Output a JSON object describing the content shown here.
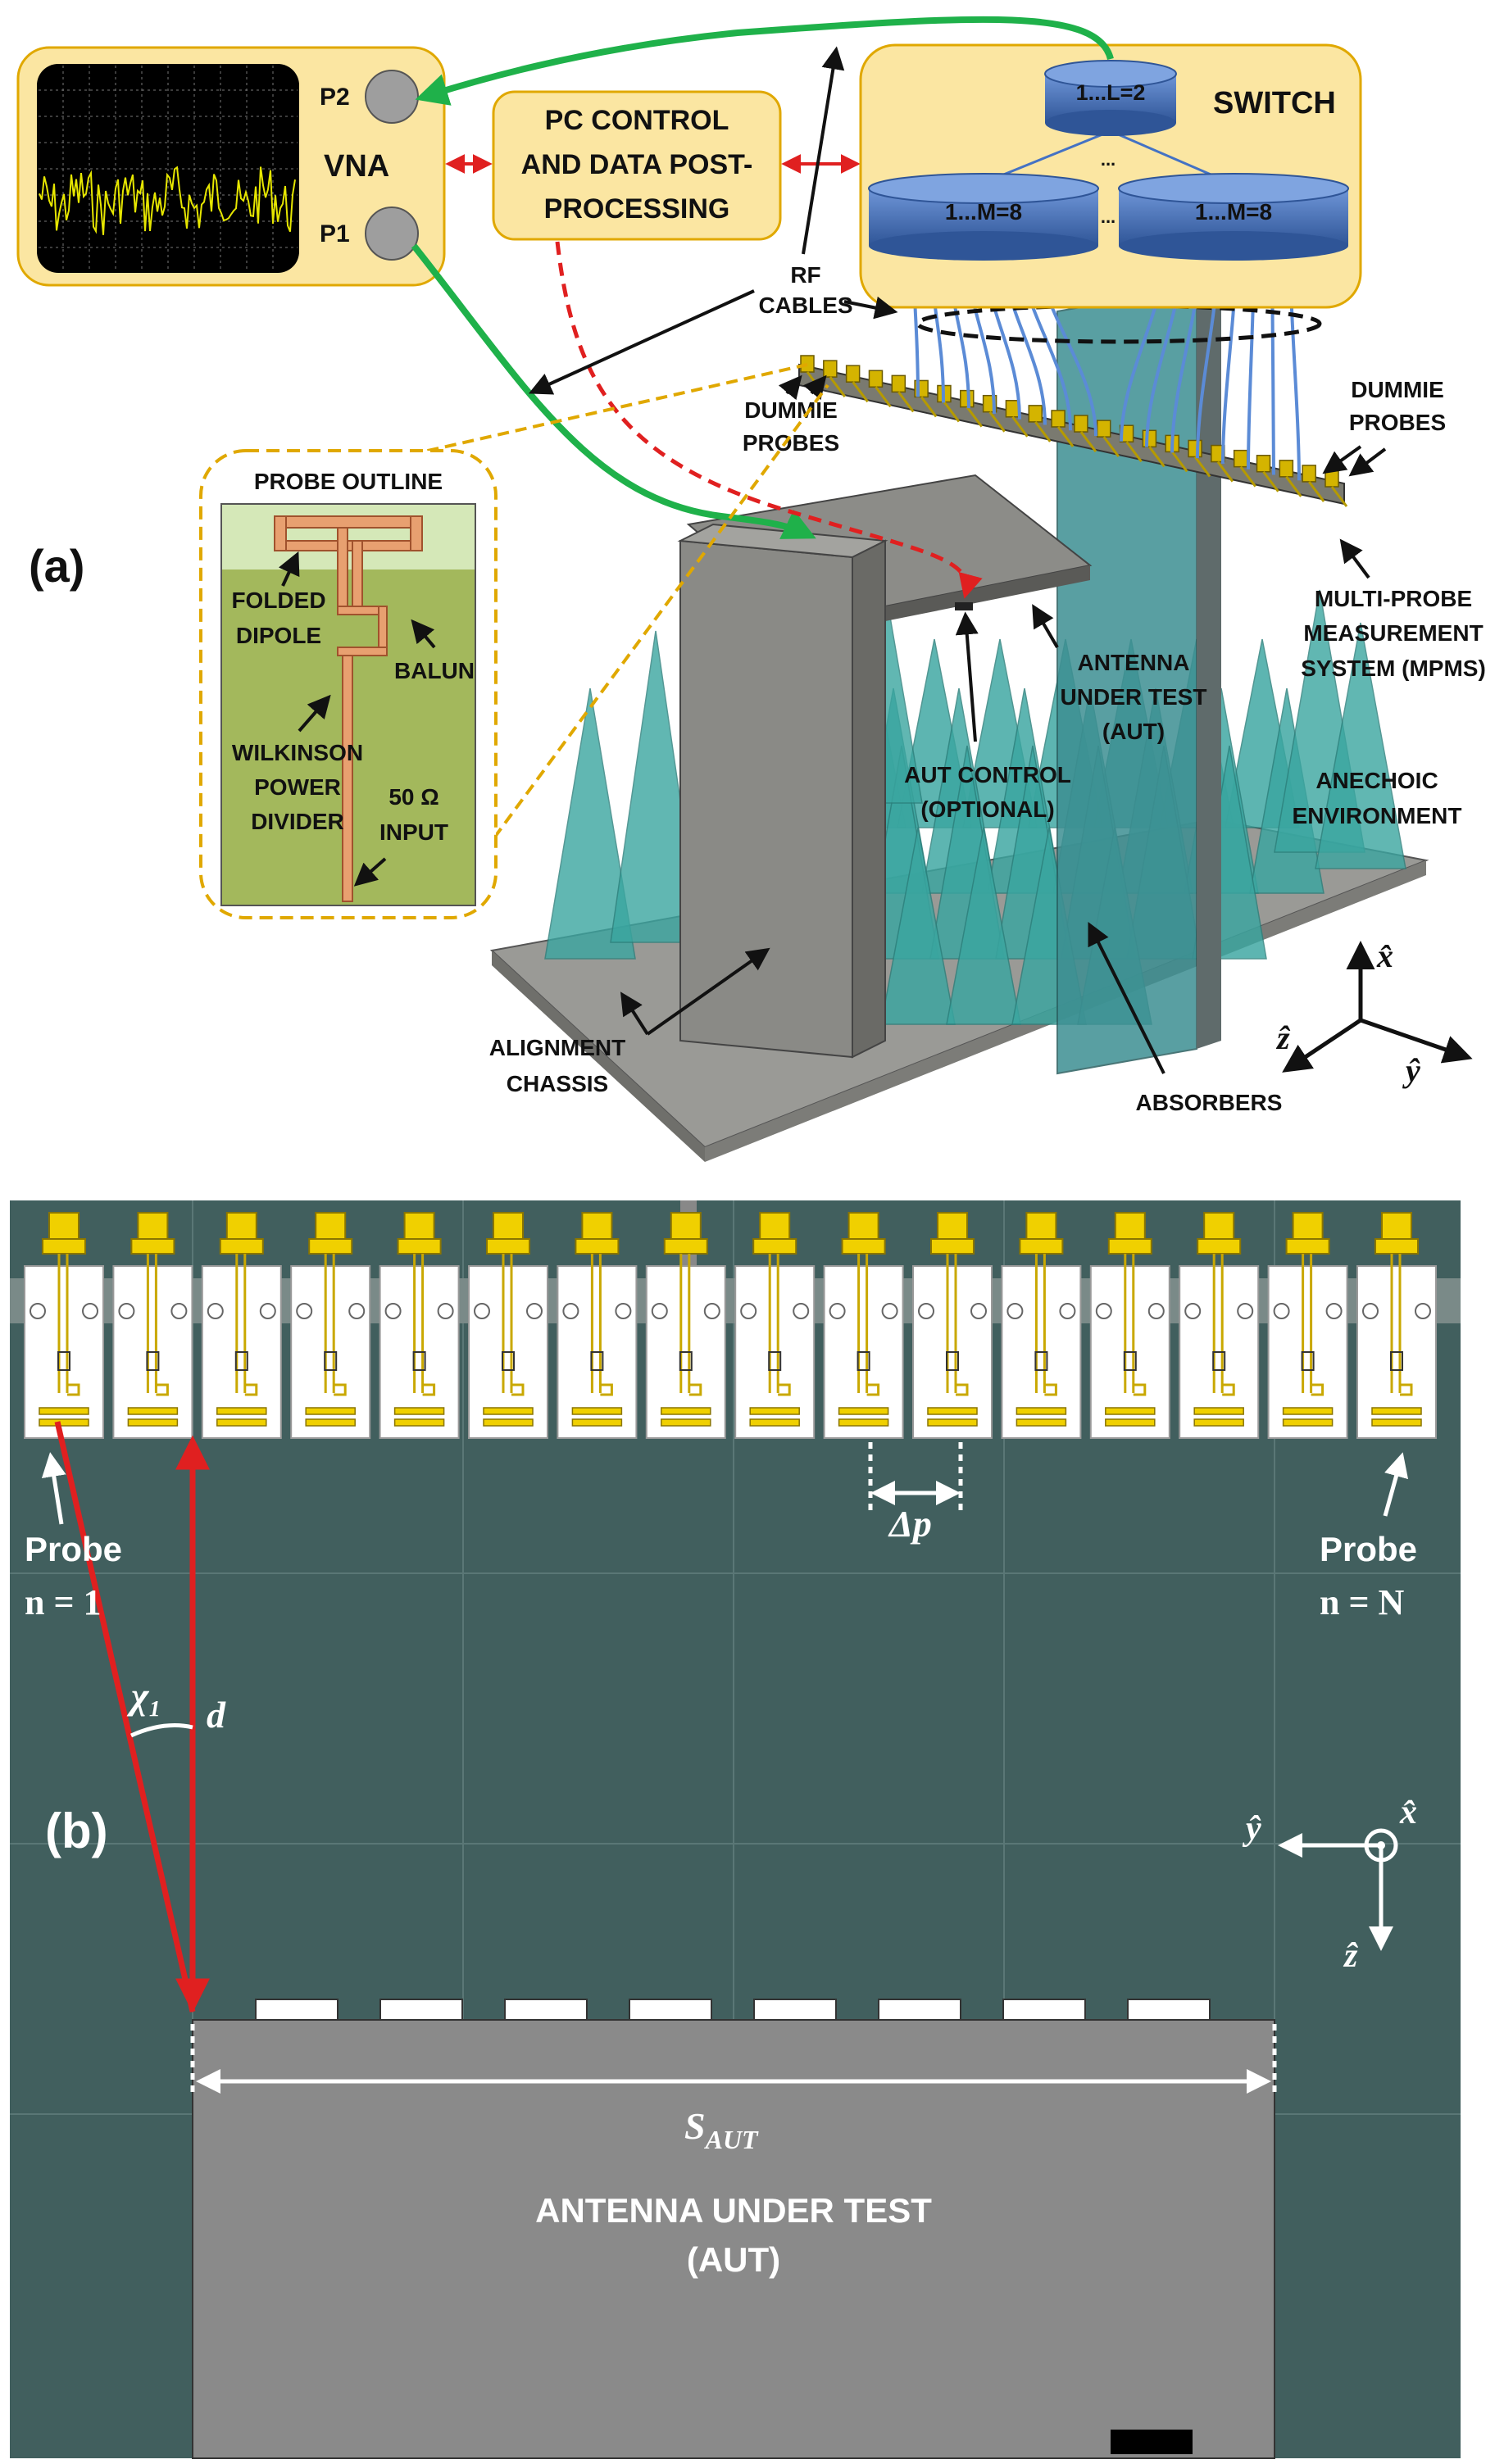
{
  "panel_a": {
    "panel_label": "(a)",
    "vna": {
      "title": "VNA",
      "port2": "P2",
      "port1": "P1"
    },
    "pc": {
      "line1": "PC CONTROL",
      "line2": "AND DATA POST-",
      "line3": "PROCESSING"
    },
    "switch": {
      "title": "SWITCH",
      "level1": "1...L=2",
      "level2a": "1...M=8",
      "level2b": "1...M=8",
      "dots": "..."
    },
    "rf_cables": {
      "line1": "RF",
      "line2": "CABLES"
    },
    "dummie_left": {
      "line1": "DUMMIE",
      "line2": "PROBES"
    },
    "dummie_right": {
      "line1": "DUMMIE",
      "line2": "PROBES"
    },
    "mpms": {
      "line1": "MULTI-PROBE",
      "line2": "MEASUREMENT",
      "line3": "SYSTEM (MPMS)"
    },
    "probe_outline": {
      "title": "PROBE OUTLINE",
      "folded_dipole": {
        "line1": "FOLDED",
        "line2": "DIPOLE"
      },
      "balun": "BALUN",
      "wilkinson": {
        "line1": "WILKINSON",
        "line2": "POWER",
        "line3": "DIVIDER"
      },
      "input": {
        "line1": "50 Ω",
        "line2": "INPUT"
      }
    },
    "aut": {
      "line1": "ANTENNA",
      "line2": "UNDER TEST",
      "line3": "(AUT)"
    },
    "aut_control": {
      "line1": "AUT CONTROL",
      "line2": "(OPTIONAL)"
    },
    "anechoic": {
      "line1": "ANECHOIC",
      "line2": "ENVIRONMENT"
    },
    "alignment": {
      "line1": "ALIGNMENT",
      "line2": "CHASSIS"
    },
    "absorbers": "ABSORBERS",
    "axes": {
      "x": "x̂",
      "y": "ŷ",
      "z": "ẑ"
    },
    "colors": {
      "yellow_box": "#fbe6a2",
      "yellow_border": "#e0a800",
      "switch_blue": "#4472c4",
      "green_arrow": "#1fb14a",
      "red_dash": "#e02020",
      "absorber": "#3aa6a0"
    }
  },
  "panel_b": {
    "panel_label": "(b)",
    "probe_first": {
      "line1": "Probe",
      "line2": "n = 1"
    },
    "probe_last": {
      "line1": "Probe",
      "line2": "n = N"
    },
    "delta_p": "Δp",
    "chi": "χ₁",
    "d": "d",
    "s_aut": "S",
    "s_aut_sub": "AUT",
    "aut": {
      "line1": "ANTENNA UNDER TEST",
      "line2": "(AUT)"
    },
    "axes": {
      "x": "x̂",
      "y": "ŷ",
      "z": "ẑ"
    },
    "probe_count": 16,
    "element_count": 8,
    "colors": {
      "background": "#415f5e",
      "probe_yellow": "#f0d000",
      "aut_gray": "#8a8a8a",
      "red": "#e02020"
    }
  }
}
